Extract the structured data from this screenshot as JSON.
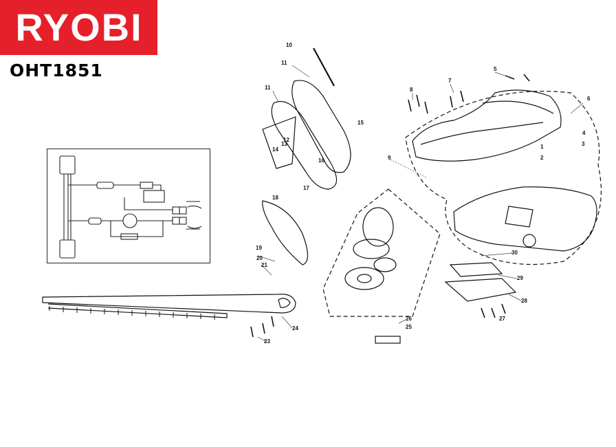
{
  "brand": {
    "name": "RYOBI",
    "color": "#e5202a"
  },
  "model": "OHT1851",
  "parts": {
    "labels": [
      "10",
      "11",
      "11",
      "5",
      "7",
      "8",
      "6",
      "4",
      "3",
      "2",
      "1",
      "15",
      "12",
      "13",
      "14",
      "16",
      "9",
      "17",
      "18",
      "19",
      "20",
      "21",
      "30",
      "29",
      "28",
      "27",
      "26",
      "25",
      "24",
      "23"
    ]
  }
}
